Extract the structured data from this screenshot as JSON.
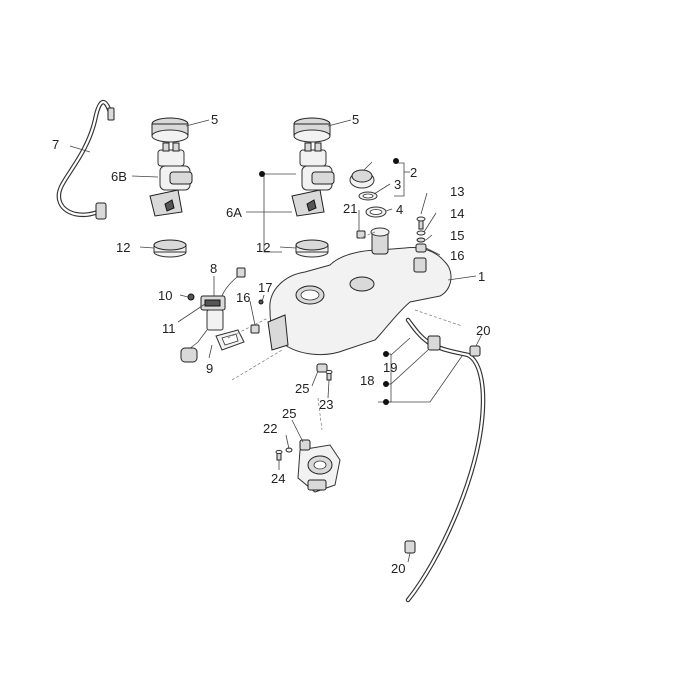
{
  "labels": {
    "l1": "1",
    "l2": "2",
    "l3": "3",
    "l4": "4",
    "l5a": "5",
    "l5b": "5",
    "l6a": "6A",
    "l6b": "6B",
    "l7": "7",
    "l8": "8",
    "l9": "9",
    "l10": "10",
    "l11": "11",
    "l12a": "12",
    "l12b": "12",
    "l13": "13",
    "l14": "14",
    "l15": "15",
    "l16a": "16",
    "l16b": "16",
    "l17": "17",
    "l18": "18",
    "l19": "19",
    "l20a": "20",
    "l20b": "20",
    "l21": "21",
    "l22": "22",
    "l23": "23",
    "l24": "24",
    "l25a": "25",
    "l25b": "25"
  }
}
